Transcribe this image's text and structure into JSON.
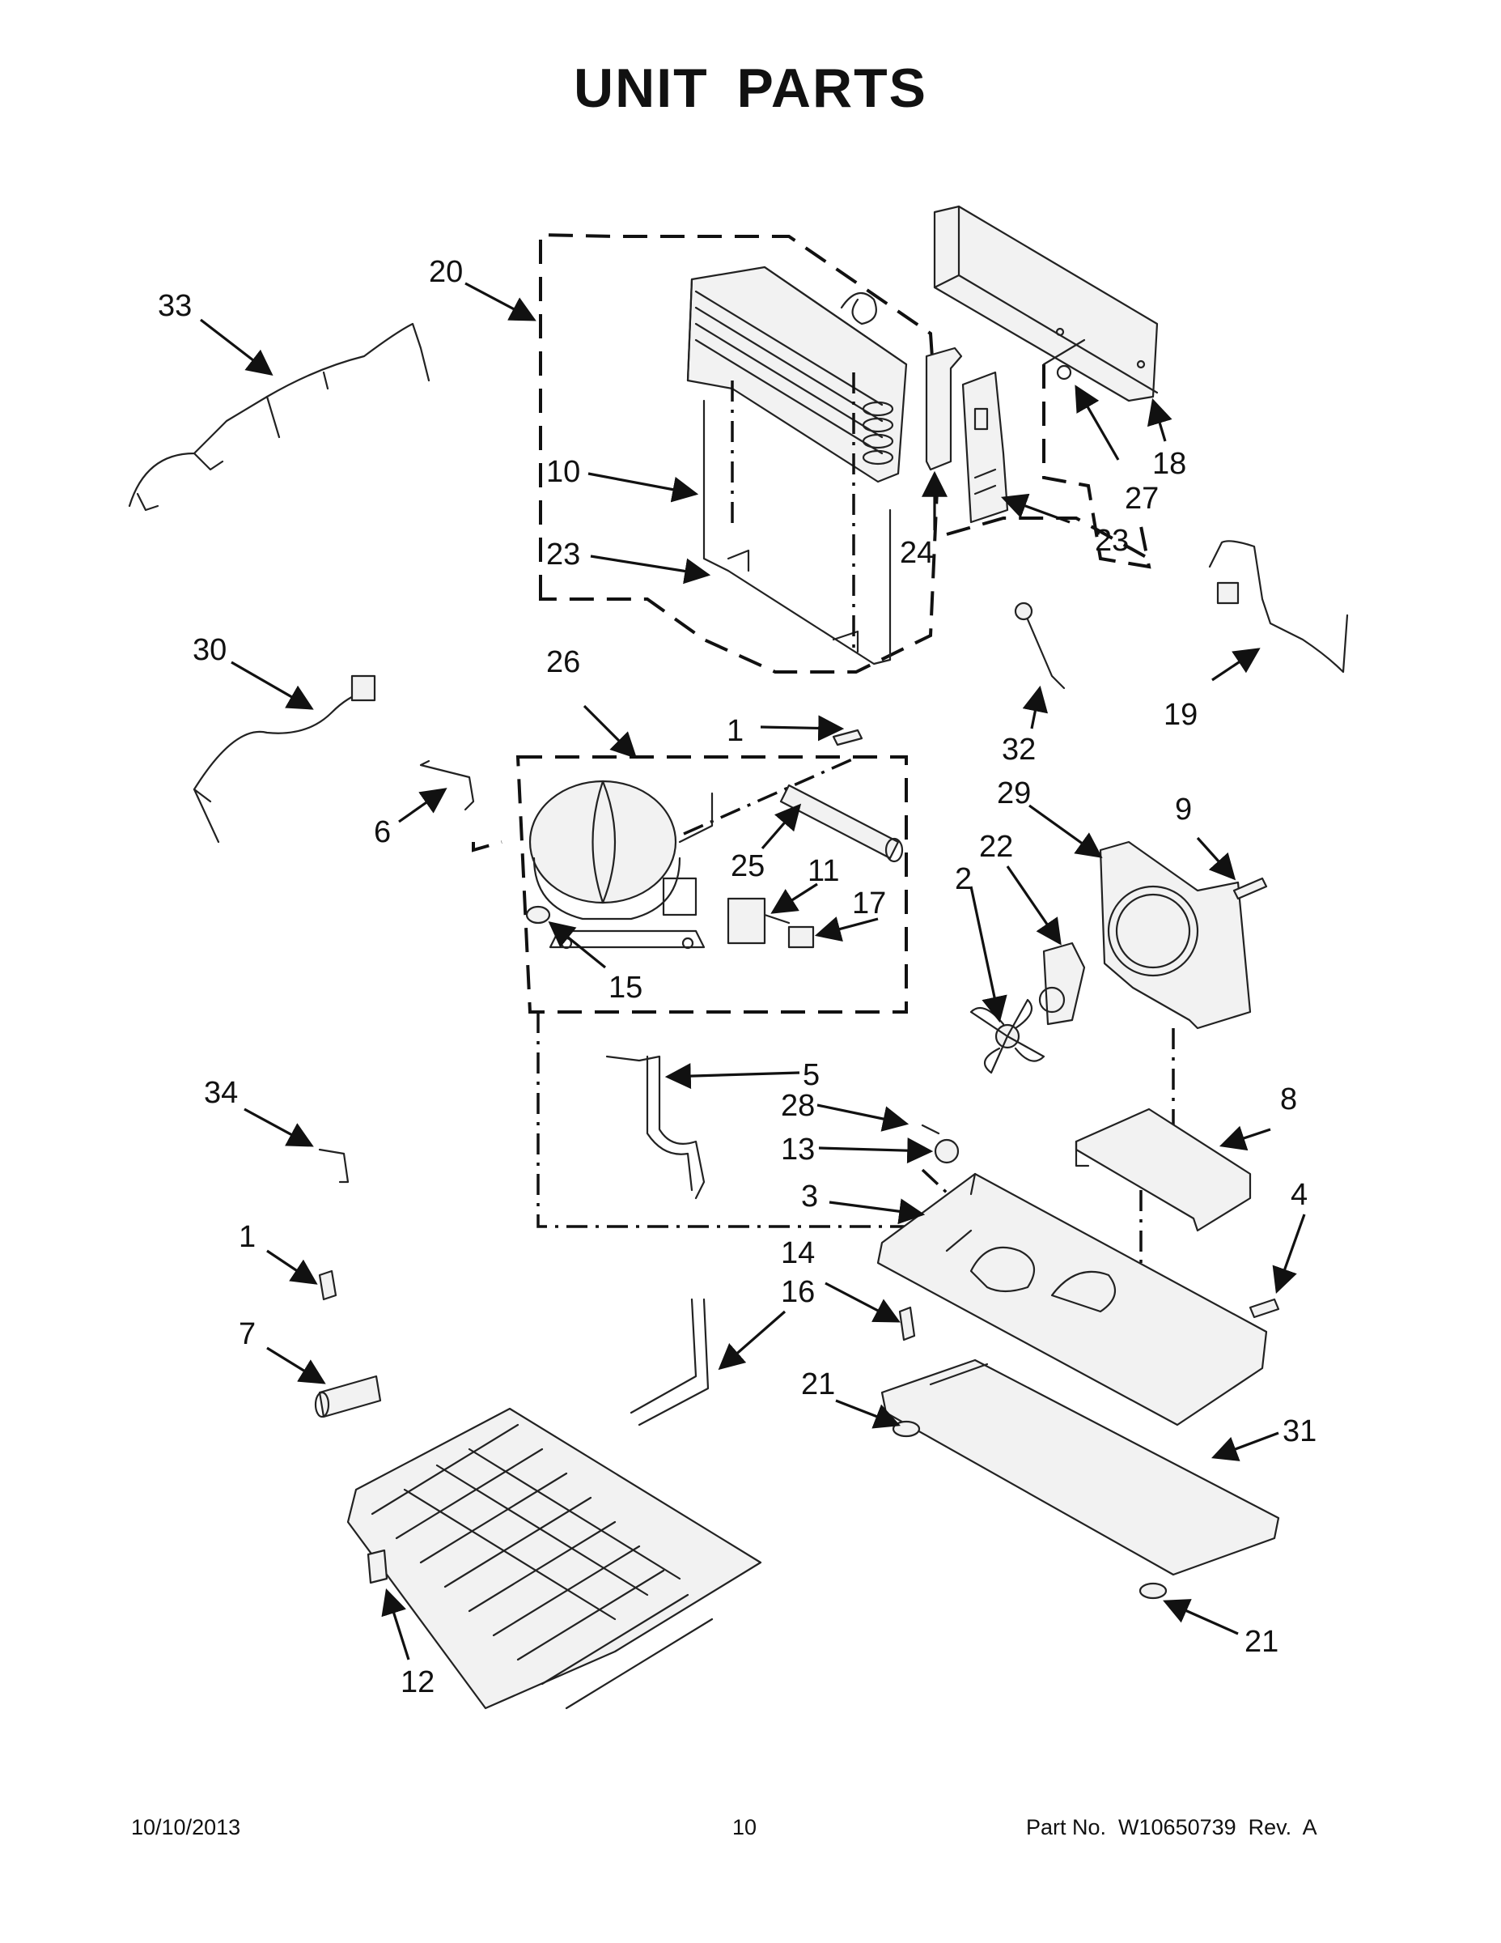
{
  "title": "UNIT PARTS",
  "callouts": {
    "c1": "1",
    "c1b": "1",
    "c2": "2",
    "c3": "3",
    "c4": "4",
    "c5": "5",
    "c6": "6",
    "c7": "7",
    "c8": "8",
    "c9": "9",
    "c10": "10",
    "c11": "11",
    "c12": "12",
    "c13": "13",
    "c14": "14",
    "c15": "15",
    "c16": "16",
    "c17": "17",
    "c18": "18",
    "c19": "19",
    "c20": "20",
    "c21": "21",
    "c21b": "21",
    "c22": "22",
    "c23": "23",
    "c23b": "23",
    "c24": "24",
    "c25": "25",
    "c26": "26",
    "c27": "27",
    "c28": "28",
    "c29": "29",
    "c30": "30",
    "c31": "31",
    "c32": "32",
    "c33": "33",
    "c34": "34"
  },
  "footer": {
    "date": "10/10/2013",
    "page": "10",
    "part_no": "Part No.  W10650739  Rev.  A"
  }
}
